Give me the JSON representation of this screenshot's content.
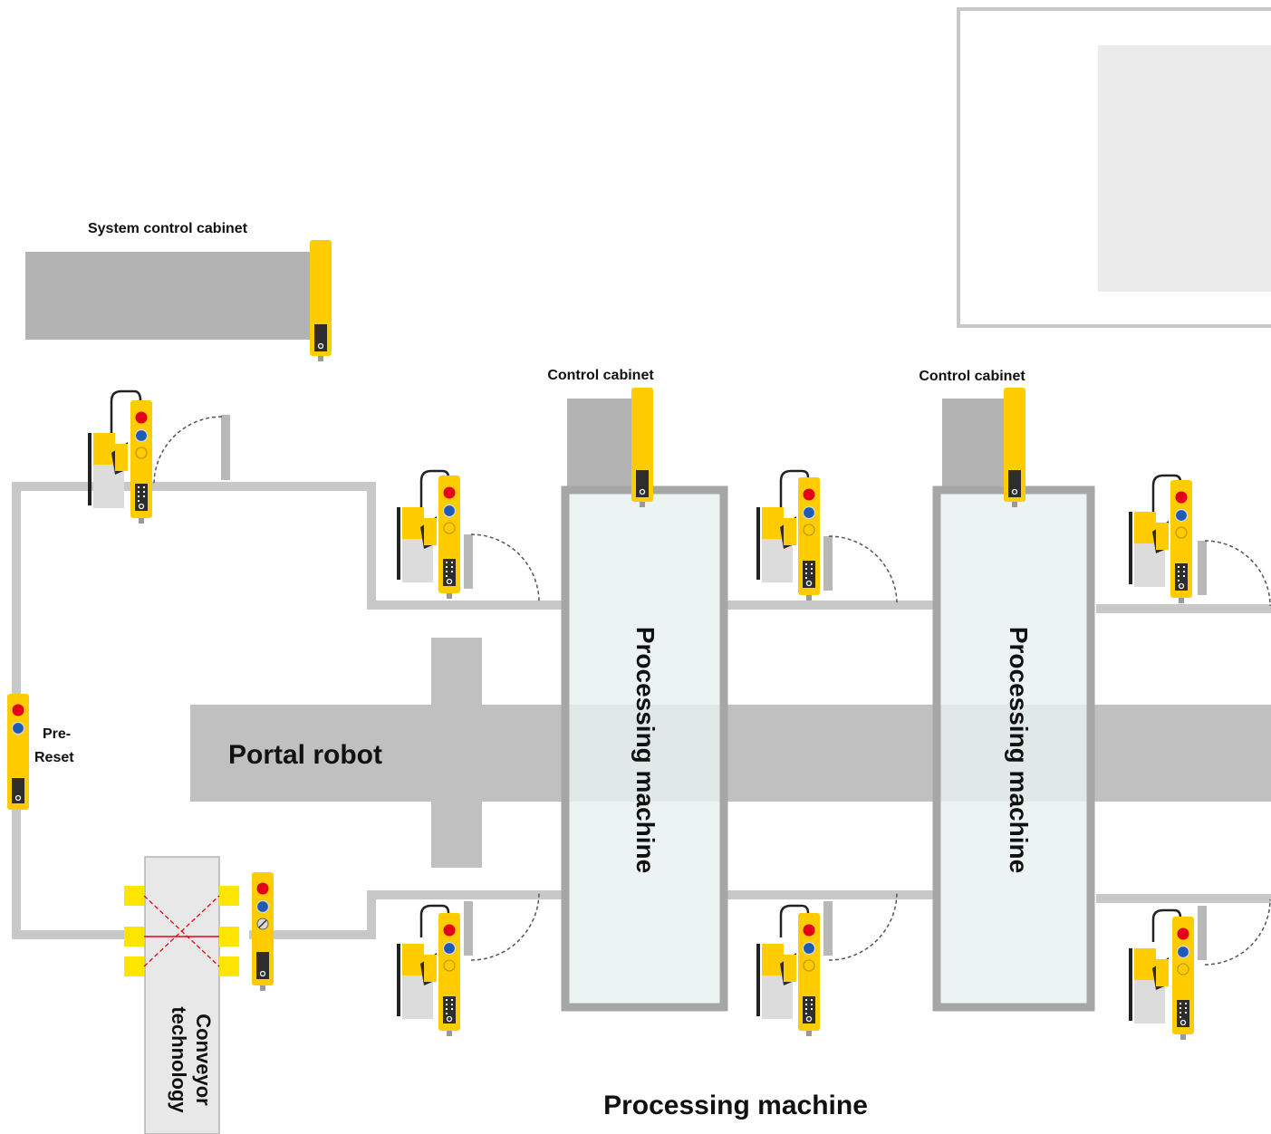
{
  "labels": {
    "system_cabinet": "System control cabinet",
    "control_cabinet_1": "Control cabinet",
    "control_cabinet_2": "Control cabinet",
    "portal_robot": "Portal robot",
    "processing_machine_1": "Processing machine",
    "processing_machine_2": "Processing machine",
    "processing_machine_bottom": "Processing machine",
    "pre_reset_line1": "Pre-",
    "pre_reset_line2": "Reset",
    "conveyor_line1": "Conveyor",
    "conveyor_line2": "technology"
  },
  "colors": {
    "device_yellow": "#ffcc00",
    "cabinet_gray": "#b3b3b3",
    "fence_gray": "#c8c8c8",
    "machine_fill": "#e6f2f0",
    "machine_border": "#a6a6a6",
    "robot_gray": "#c0c0c0",
    "emergency_red": "#e2001a",
    "reset_blue": "#1f5bb5",
    "light_curtain_red": "#e30613"
  }
}
